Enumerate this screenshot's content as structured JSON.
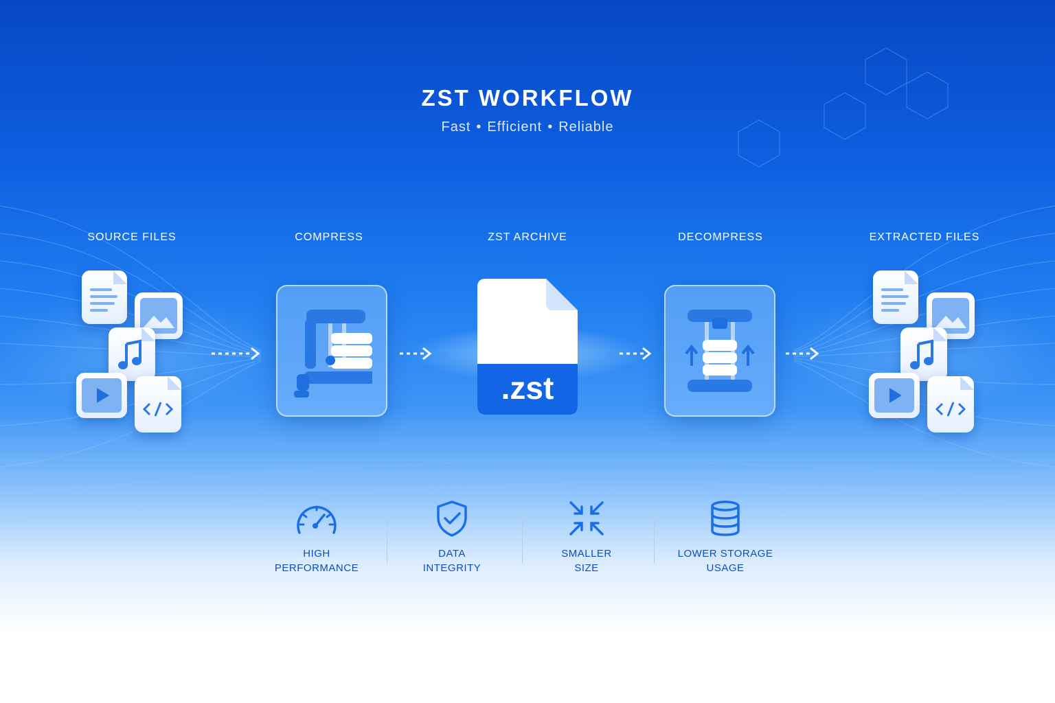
{
  "title": "ZST WORKFLOW",
  "subtitle": {
    "items": [
      "Fast",
      "Efficient",
      "Reliable"
    ],
    "separator": "•"
  },
  "stages": [
    {
      "label": "SOURCE FILES"
    },
    {
      "label": "COMPRESS"
    },
    {
      "label": "ZST ARCHIVE"
    },
    {
      "label": "DECOMPRESS"
    },
    {
      "label": "EXTRACTED FILES"
    }
  ],
  "archive": {
    "extension": ".zst"
  },
  "features": [
    {
      "label": "HIGH\nPERFORMANCE",
      "icon": "gauge-icon"
    },
    {
      "label": "DATA\nINTEGRITY",
      "icon": "shield-check-icon"
    },
    {
      "label": "SMALLER\nSIZE",
      "icon": "compress-arrows-icon"
    },
    {
      "label": "LOWER STORAGE\nUSAGE",
      "icon": "database-icon"
    }
  ],
  "colors": {
    "background_top": "#0747c2",
    "accent": "#1a6fe8",
    "feature_text": "#0b4fc2"
  }
}
